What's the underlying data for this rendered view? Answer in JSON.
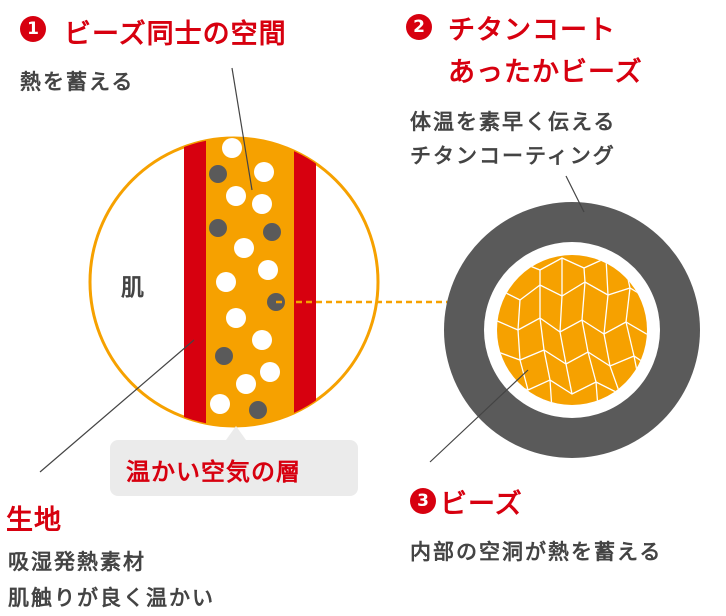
{
  "beads_gap": {
    "number": "1",
    "title": "ビーズ同士の空間",
    "desc": "熱を蓄える"
  },
  "titan_beads": {
    "number": "2",
    "title_line1": "チタンコート",
    "title_line2": "あったかビーズ",
    "desc_line1": "体温を素早く伝える",
    "desc_line2": "チタンコーティング"
  },
  "skin_label": "肌",
  "warm_air_label": "温かい空気の層",
  "fabric": {
    "title": "生地",
    "desc_line1": "吸湿発熱素材",
    "desc_line2": "肌触りが良く温かい"
  },
  "bead": {
    "number": "3",
    "title": "ビーズ",
    "desc": "内部の空洞が熱を蓄える"
  },
  "colors": {
    "red": "#d7000f",
    "orange": "#f6a100",
    "dark_gray": "#5a5a5a",
    "light_gray": "#ebebeb"
  }
}
